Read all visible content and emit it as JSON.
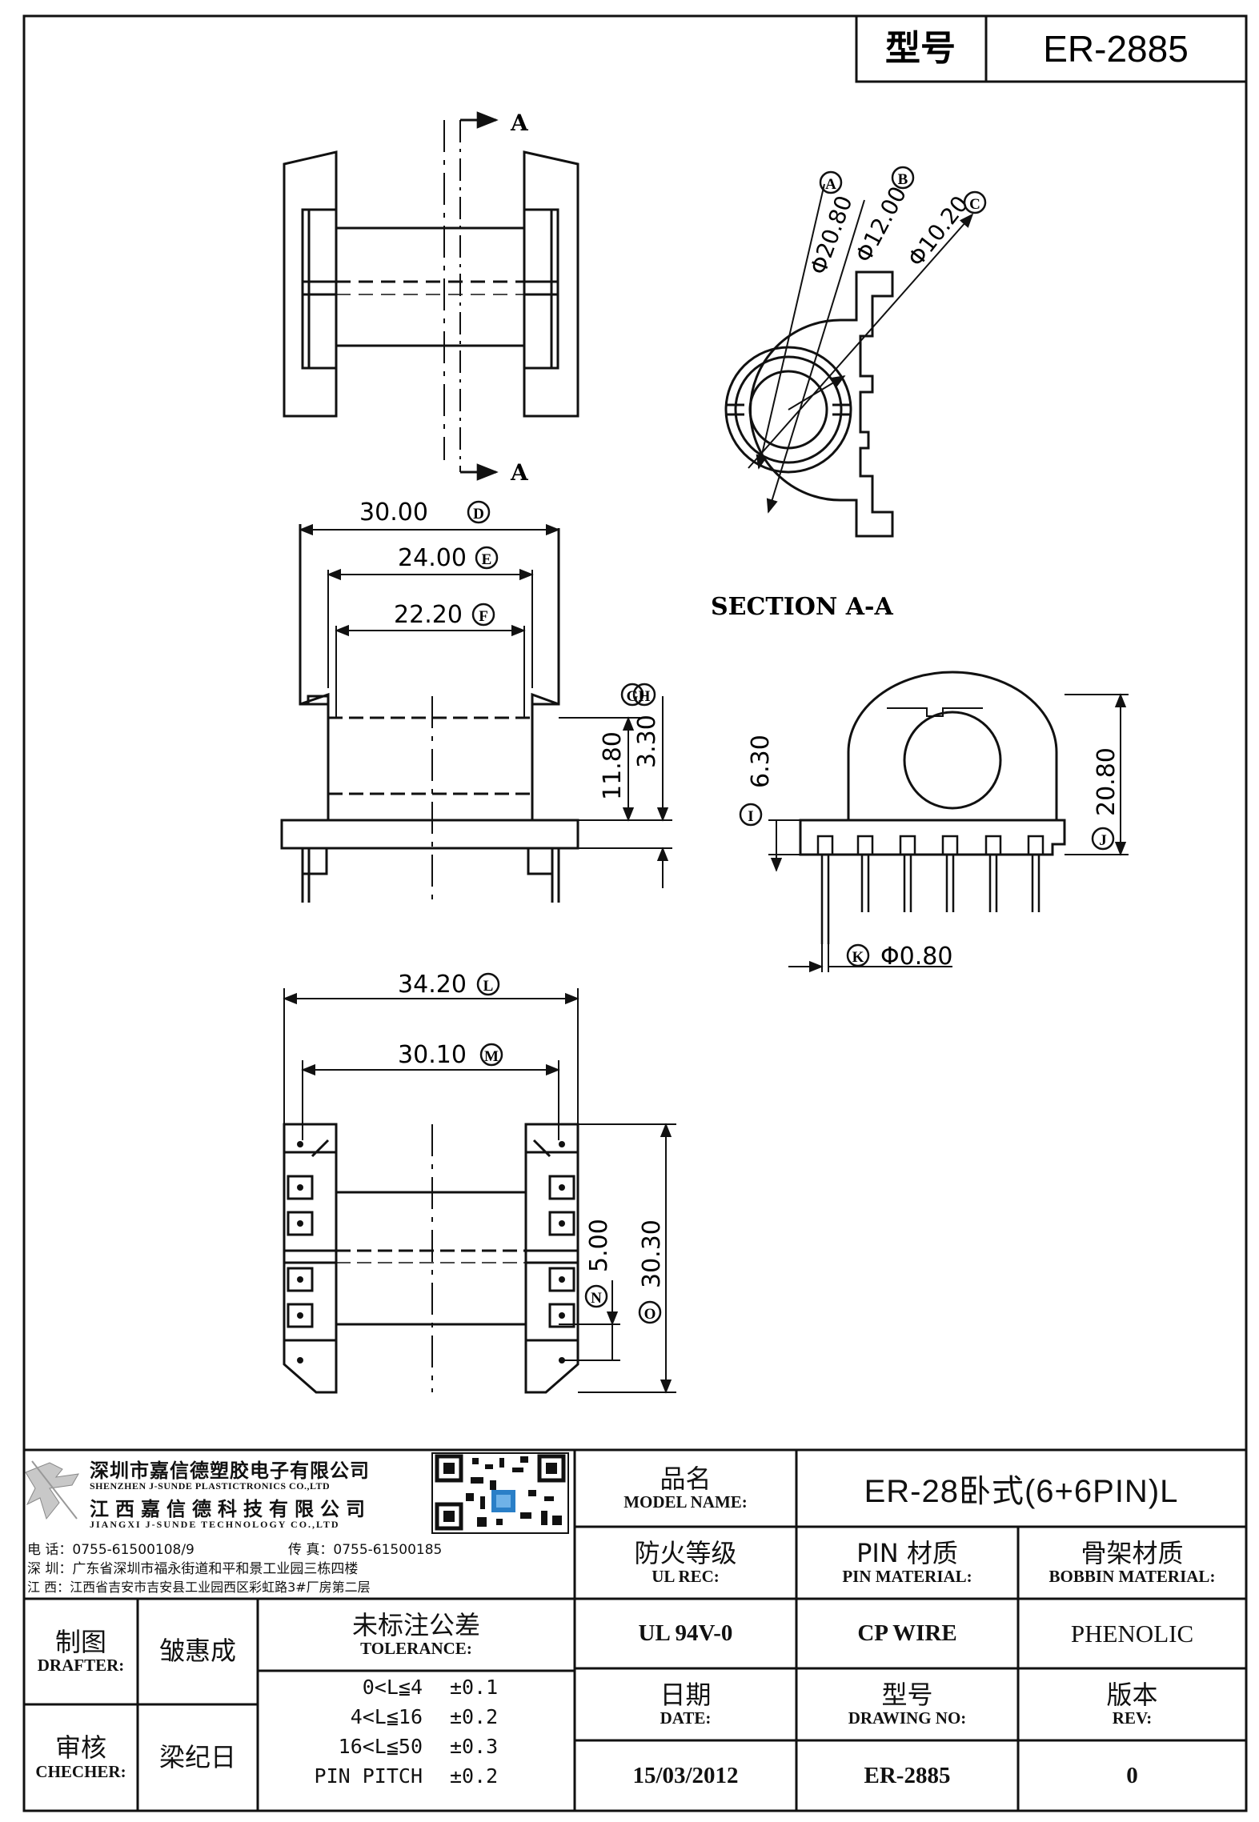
{
  "header": {
    "type_label": "型号",
    "model": "ER-2885"
  },
  "section": {
    "cut_label": "A",
    "title": "SECTION A-A",
    "diameters": [
      "Φ20.80",
      "Φ12.00",
      "Φ10.20"
    ],
    "diameter_refs": [
      "A",
      "B",
      "C"
    ]
  },
  "dimensions": {
    "d_30": "30.00",
    "d_30_ref": "D",
    "d_24": "24.00",
    "d_24_ref": "E",
    "d_2220": "22.20",
    "d_2220_ref": "F",
    "d_1180": "11.80",
    "d_1180_ref": "G",
    "d_330": "3.30",
    "d_330_ref": "H",
    "d_630": "6.30",
    "d_630_ref": "I",
    "d_2080": "20.80",
    "d_2080_ref": "J",
    "d_pin": "Φ0.80",
    "d_pin_ref": "K",
    "d_3420": "34.20",
    "d_3420_ref": "L",
    "d_3010": "30.10",
    "d_3010_ref": "M",
    "d_500": "5.00",
    "d_500_ref": "N",
    "d_3030": "30.30",
    "d_3030_ref": "O"
  },
  "company": {
    "name_sz": "深圳市嘉信德塑胶电子有限公司",
    "name_sz_en": "SHENZHEN J-SUNDE PLASTICTRONICS CO.,LTD",
    "name_jx": "江西嘉信德科技有限公司",
    "name_jx_en": "JIANGXI J-SUNDE TECHNOLOGY CO.,LTD",
    "tel": "电 话：0755-61500108/9",
    "fax": "传 真：0755-61500185",
    "addr_sz": "深 圳：广东省深圳市福永街道和平和景工业园三栋四楼",
    "addr_jx": "江 西：江西省吉安市吉安县工业园西区彩虹路3#厂房第二层"
  },
  "title_block": {
    "model_name_cn": "品名",
    "model_name_en": "MODEL NAME:",
    "model_name_value": "ER-28卧式(6+6PIN)L",
    "ul_cn": "防火等级",
    "ul_en": "UL REC:",
    "ul_value": "UL 94V-0",
    "pin_cn": "PIN 材质",
    "pin_en": "PIN MATERIAL:",
    "pin_value": "CP WIRE",
    "bobbin_cn": "骨架材质",
    "bobbin_en": "BOBBIN MATERIAL:",
    "bobbin_value": "PHENOLIC",
    "drafter_cn": "制图",
    "drafter_en": "DRAFTER:",
    "drafter_value": "皱惠成",
    "checker_cn": "审核",
    "checker_en": "CHECHER:",
    "checker_value": "梁纪日",
    "tol_cn": "未标注公差",
    "tol_en": "TOLERANCE:",
    "tolerances": [
      {
        "range": "0<L≦4",
        "value": "±0.1"
      },
      {
        "range": "4<L≦16",
        "value": "±0.2"
      },
      {
        "range": "16<L≦50",
        "value": "±0.3"
      },
      {
        "range": "PIN PITCH",
        "value": "±0.2"
      }
    ],
    "date_cn": "日期",
    "date_en": "DATE:",
    "date_value": "15/03/2012",
    "dwg_cn": "型号",
    "dwg_en": "DRAWING NO:",
    "dwg_value": "ER-2885",
    "rev_cn": "版本",
    "rev_en": "REV:",
    "rev_value": "0"
  }
}
